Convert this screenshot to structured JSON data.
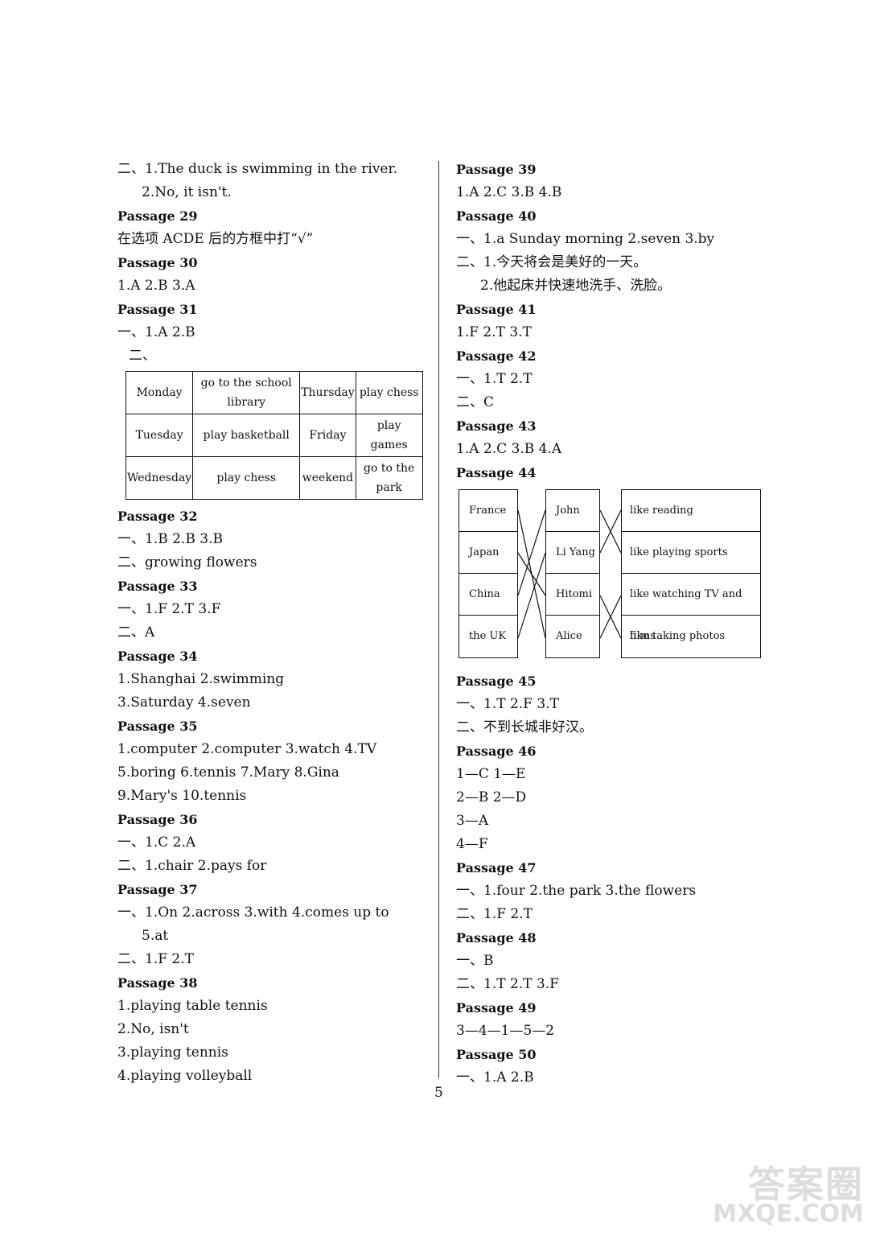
{
  "left": [
    {
      "t": "二、1.The duck is swimming in the river.",
      "k": "l"
    },
    {
      "t": "2.No, it isn't.",
      "k": "ind"
    },
    {
      "t": "Passage 29",
      "k": "h"
    },
    {
      "t": "在选项 ACDE 后的方框中打“√”",
      "k": "l"
    },
    {
      "t": "Passage 30",
      "k": "h"
    },
    {
      "t": "1.A   2.B   3.A",
      "k": "l"
    },
    {
      "t": "Passage 31",
      "k": "h"
    },
    {
      "t": "一、1.A   2.B",
      "k": "l"
    },
    {
      "t": "二、",
      "k": "ind2"
    }
  ],
  "schedule": [
    [
      "Monday",
      "go to the school library",
      "Thursday",
      "play chess"
    ],
    [
      "Tuesday",
      "play basketball",
      "Friday",
      "play games"
    ],
    [
      "Wednesday",
      "play chess",
      "weekend",
      "go to the park"
    ]
  ],
  "left2": [
    {
      "t": "Passage 32",
      "k": "h"
    },
    {
      "t": "一、1.B   2.B   3.B",
      "k": "l"
    },
    {
      "t": "二、growing flowers",
      "k": "l"
    },
    {
      "t": "Passage 33",
      "k": "h"
    },
    {
      "t": "一、1.F   2.T   3.F",
      "k": "l"
    },
    {
      "t": "二、A",
      "k": "l"
    },
    {
      "t": "Passage 34",
      "k": "h"
    },
    {
      "t": "1.Shanghai   2.swimming",
      "k": "l"
    },
    {
      "t": "3.Saturday   4.seven",
      "k": "l"
    },
    {
      "t": "Passage 35",
      "k": "h"
    },
    {
      "t": "1.computer   2.computer   3.watch   4.TV",
      "k": "l"
    },
    {
      "t": "5.boring      6.tennis   7.Mary   8.Gina",
      "k": "l"
    },
    {
      "t": "9.Mary's   10.tennis",
      "k": "l"
    },
    {
      "t": "Passage 36",
      "k": "h"
    },
    {
      "t": "一、1.C   2.A",
      "k": "l"
    },
    {
      "t": "二、1.chair   2.pays for",
      "k": "l"
    },
    {
      "t": "Passage 37",
      "k": "h"
    },
    {
      "t": "一、1.On   2.across   3.with   4.comes up to",
      "k": "l"
    },
    {
      "t": "5.at",
      "k": "ind"
    },
    {
      "t": "二、1.F   2.T",
      "k": "l"
    },
    {
      "t": "Passage 38",
      "k": "h"
    },
    {
      "t": "1.playing table tennis",
      "k": "l"
    },
    {
      "t": "2.No, isn't",
      "k": "l"
    },
    {
      "t": "3.playing tennis",
      "k": "l"
    },
    {
      "t": "4.playing volleyball",
      "k": "l"
    }
  ],
  "right": [
    {
      "t": "Passage 39",
      "k": "h"
    },
    {
      "t": "1.A   2.C   3.B   4.B",
      "k": "l"
    },
    {
      "t": "Passage 40",
      "k": "h"
    },
    {
      "t": "一、1.a Sunday morning   2.seven   3.by",
      "k": "l"
    },
    {
      "t": "二、1.今天将会是美好的一天。",
      "k": "l"
    },
    {
      "t": "2.他起床并快速地洗手、洗脸。",
      "k": "ind"
    },
    {
      "t": "Passage 41",
      "k": "h"
    },
    {
      "t": "1.F   2.T   3.T",
      "k": "l"
    },
    {
      "t": "Passage 42",
      "k": "h"
    },
    {
      "t": "一、1.T   2.T",
      "k": "l"
    },
    {
      "t": "二、C",
      "k": "l"
    },
    {
      "t": "Passage 43",
      "k": "h"
    },
    {
      "t": "1.A   2.C   3.B   4.A",
      "k": "l"
    },
    {
      "t": "Passage 44",
      "k": "h"
    }
  ],
  "matching": {
    "countries": [
      "France",
      "Japan",
      "China",
      "the UK"
    ],
    "names": [
      "John",
      "Li Yang",
      "Hitomi",
      "Alice"
    ],
    "hobbies": [
      "like reading",
      "like playing sports",
      "like watching TV and films",
      "like taking photos"
    ]
  },
  "right2": [
    {
      "t": "Passage 45",
      "k": "h"
    },
    {
      "t": "一、1.T   2.F   3.T",
      "k": "l"
    },
    {
      "t": "二、不到长城非好汉。",
      "k": "l"
    },
    {
      "t": "Passage 46",
      "k": "h"
    },
    {
      "t": "1—C   1—E",
      "k": "l"
    },
    {
      "t": "2—B   2—D",
      "k": "l"
    },
    {
      "t": "3—A",
      "k": "l"
    },
    {
      "t": "4—F",
      "k": "l"
    },
    {
      "t": "Passage 47",
      "k": "h"
    },
    {
      "t": "一、1.four   2.the park   3.the flowers",
      "k": "l"
    },
    {
      "t": "二、1.F   2.T",
      "k": "l"
    },
    {
      "t": "Passage 48",
      "k": "h"
    },
    {
      "t": "一、B",
      "k": "l"
    },
    {
      "t": "二、1.T   2.T   3.F",
      "k": "l"
    },
    {
      "t": "Passage 49",
      "k": "h"
    },
    {
      "t": "3—4—1—5—2",
      "k": "l"
    },
    {
      "t": "Passage 50",
      "k": "h"
    },
    {
      "t": "一、1.A   2.B",
      "k": "l"
    }
  ],
  "page_number": "5",
  "watermark": {
    "line1": "答案圈",
    "line2": "MXQE.COM"
  }
}
